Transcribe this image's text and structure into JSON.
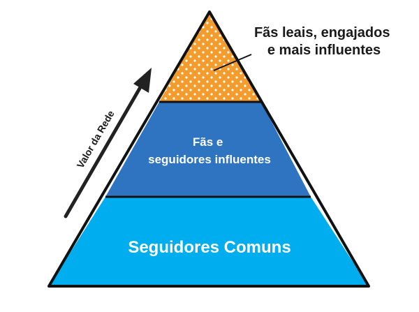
{
  "diagram": {
    "tiers": [
      {
        "level": "top",
        "label_line1": "Fãs leais, engajados",
        "label_line2": "e mais influentes",
        "fill": "#f39c2e",
        "pattern": "white-dots"
      },
      {
        "level": "middle",
        "label_line1": "Fãs e",
        "label_line2": "seguidores influentes",
        "fill": "#2e74c0"
      },
      {
        "level": "bottom",
        "label_line1": "Seguidores Comuns",
        "fill": "#00aeef"
      }
    ],
    "arrow": {
      "label": "Valor da Rede",
      "color": "#222222",
      "direction": "up"
    },
    "outline_color": "#111111"
  }
}
